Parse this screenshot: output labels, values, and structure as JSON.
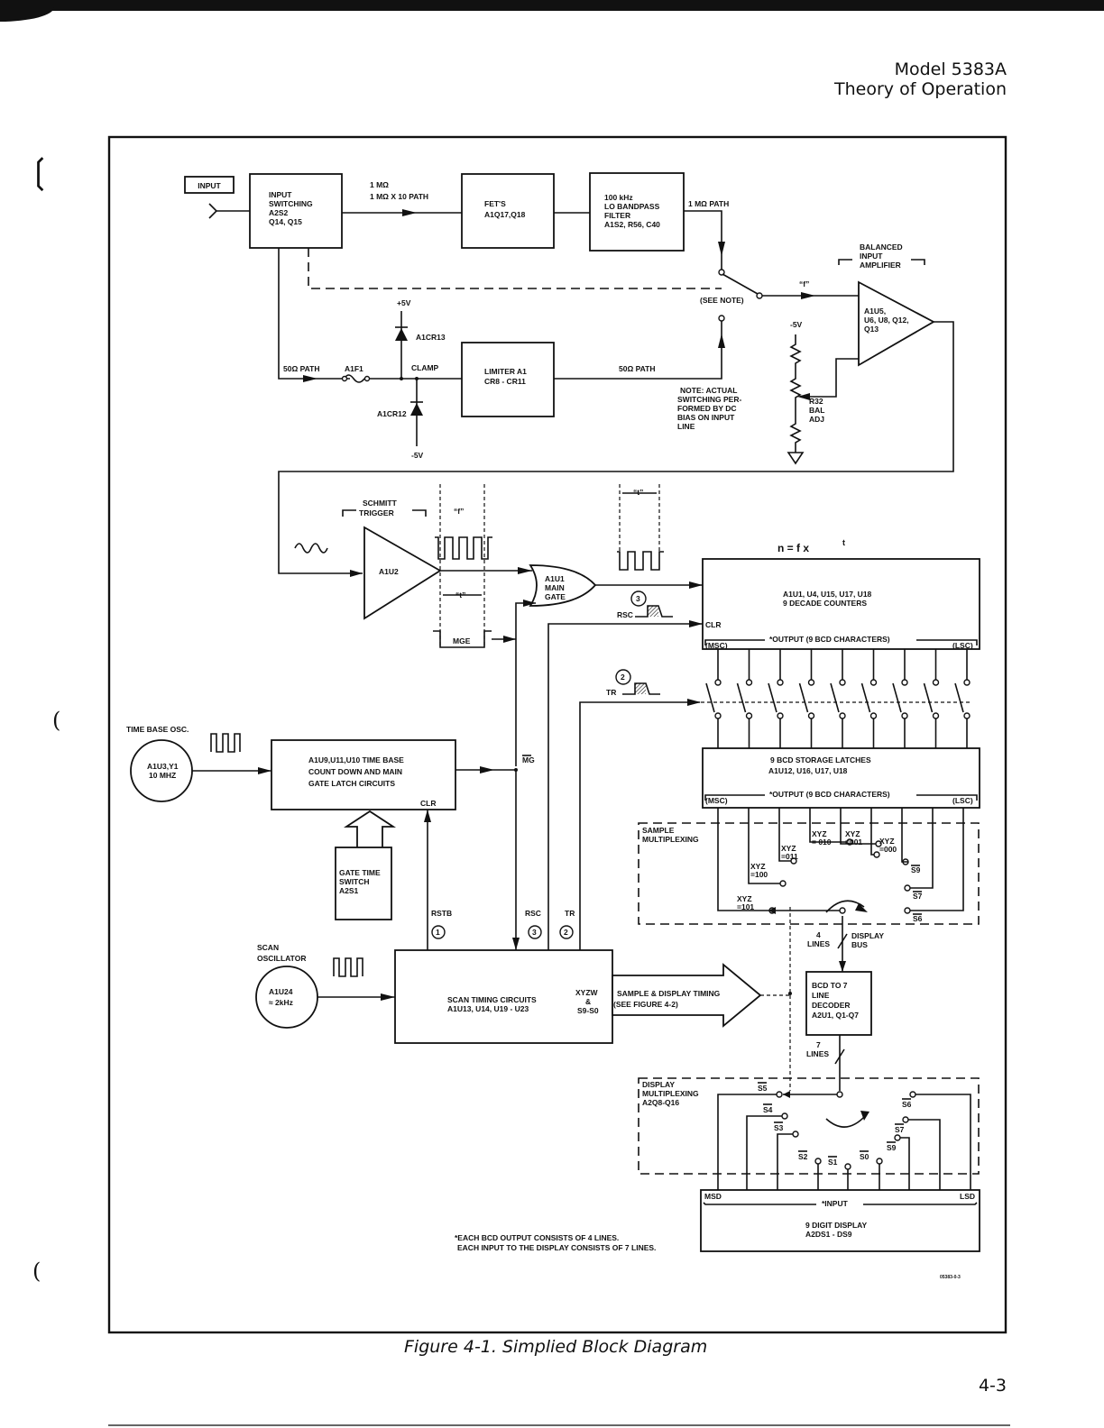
{
  "header": {
    "model": "Model 5383A",
    "section": "Theory of Operation"
  },
  "figure": {
    "caption": "Figure 4-1.  Simplied Block Diagram",
    "page_number": "4-3"
  },
  "blocks": {
    "input_label": "INPUT",
    "input_switching": [
      "INPUT",
      "SWITCHING",
      "A2S2",
      "Q14, Q15"
    ],
    "fets": [
      "FET'S",
      "A1Q17,Q18"
    ],
    "bandpass": [
      "100 kHz",
      "LO BANDPASS",
      "FILTER",
      "A1S2, R56, C40"
    ],
    "limiter": [
      "LIMITER A1",
      "CR8 - CR11"
    ],
    "amplifier_title": [
      "BALANCED",
      "INPUT",
      "AMPLIFIER"
    ],
    "amplifier": [
      "A1U5,",
      "U6, U8, Q12,",
      "Q13"
    ],
    "schmitt_title": [
      "SCHMITT",
      "TRIGGER"
    ],
    "schmitt": "A1U2",
    "main_gate": [
      "A1U1",
      "MAIN",
      "GATE"
    ],
    "counters": [
      "A1U1, U4, U15, U17, U18",
      "9 DECADE COUNTERS"
    ],
    "counters_formula": "n = f x",
    "counters_formula_sup": "t",
    "counters_output": "*OUTPUT (9 BCD CHARACTERS)",
    "latches": [
      "9 BCD STORAGE LATCHES",
      "A1U12, U16, U17, U18"
    ],
    "latches_output": "*OUTPUT (9 BCD CHARACTERS)",
    "msc": "(MSC)",
    "lsc": "(LSC)",
    "clr": "CLR",
    "time_base_title": "TIME BASE OSC.",
    "time_base_osc": [
      "A1U3,Y1",
      "10 MHZ"
    ],
    "time_base_block": [
      "A1U9,U11,U10 TIME BASE",
      "COUNT DOWN AND MAIN",
      "GATE LATCH CIRCUITS"
    ],
    "gate_time_switch": [
      "GATE TIME",
      "SWITCH",
      "A2S1"
    ],
    "scan_title": [
      "SCAN",
      "OSCILLATOR"
    ],
    "scan_osc": [
      "A1U24",
      "≈ 2kHz"
    ],
    "scan_timing": [
      "SCAN TIMING CIRCUITS",
      "A1U13, U14, U19 - U23"
    ],
    "scan_outputs": [
      "XYZW",
      "&",
      "S9-S0"
    ],
    "timing_arrow": [
      "SAMPLE & DISPLAY TIMING",
      "(SEE FIGURE 4-2)"
    ],
    "decoder": [
      "BCD TO 7",
      "LINE",
      "DECODER",
      "A2U1, Q1-Q7"
    ],
    "display": [
      "9 DIGIT DISPLAY",
      "A2DS1 - DS9"
    ],
    "display_input": "*INPUT",
    "msd": "MSD",
    "lsd": "LSD"
  },
  "labels": {
    "path_1m": [
      "1 MΩ",
      "1 MΩ X 10  PATH"
    ],
    "path_1m_short": "1 MΩ PATH",
    "path_50": "50Ω PATH",
    "path_50_b": "50Ω PATH",
    "fuse": "A1F1",
    "clamp": "CLAMP",
    "plus5v": "+5V",
    "minus5v": "-5V",
    "minus5v_b": "-5V",
    "cr13": "A1CR13",
    "cr12": "A1CR12",
    "see_note": "(SEE NOTE)",
    "note": [
      "NOTE:  ACTUAL",
      "SWITCHING PER-",
      "FORMED BY DC",
      "BIAS ON INPUT",
      "LINE"
    ],
    "f_signal": "“f”",
    "t_interval": "“t”",
    "r32": [
      "R32",
      "BAL",
      "ADJ"
    ],
    "mge": "MGE",
    "mg": "MG",
    "rsc": "RSC",
    "tr": "TR",
    "rstb": "RSTB",
    "marker_1": "1",
    "marker_2": "2",
    "marker_3": "3",
    "sample_mux": [
      "SAMPLE",
      "MULTIPLEXING"
    ],
    "display_mux": [
      "DISPLAY",
      "MULTIPLEXING",
      "A2Q8-Q16"
    ],
    "lines_4": [
      "4",
      "LINES"
    ],
    "display_bus": [
      "DISPLAY",
      "BUS"
    ],
    "lines_7": [
      "7",
      "LINES"
    ],
    "xyz": [
      "XYZ =101",
      "XYZ =100",
      "XYZ =011",
      "XYZ = 010",
      "XYZ =001",
      "XYZ =000"
    ],
    "sample_switch": [
      "S9",
      "S7",
      "S6"
    ],
    "display_switch": [
      "S5",
      "S4",
      "S3",
      "S2",
      "S1",
      "S0",
      "S9",
      "S7",
      "S6"
    ],
    "footnote": [
      "*EACH BCD OUTPUT CONSISTS OF 4 LINES.",
      "EACH INPUT TO THE DISPLAY CONSISTS OF 7 LINES."
    ],
    "drawing_id": "05383-0-3"
  }
}
